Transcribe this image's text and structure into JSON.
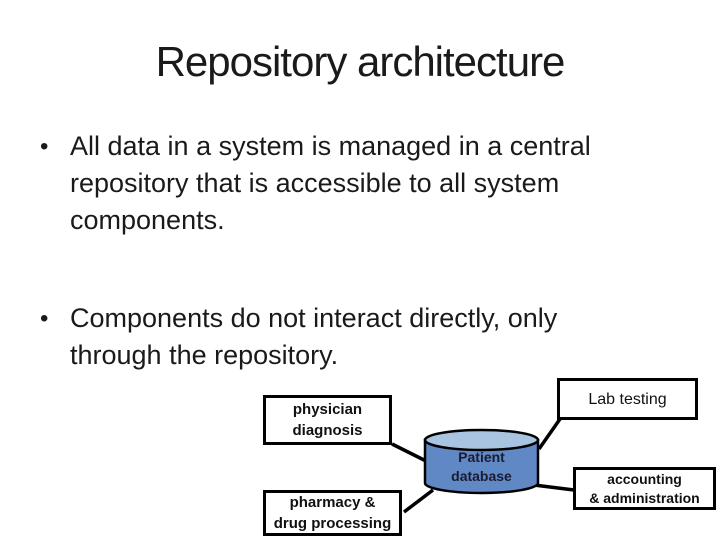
{
  "slide": {
    "title": "Repository architecture",
    "bullet_char": "•",
    "bullets": [
      {
        "lines": [
          "All data in a system is managed in a central",
          "repository that is accessible to all system",
          "components."
        ]
      },
      {
        "lines": [
          "Components do not interact directly, only",
          "through the repository."
        ]
      }
    ]
  },
  "diagram": {
    "nodes": {
      "physician": {
        "lines": [
          "physician",
          "diagnosis"
        ]
      },
      "lab": {
        "label": "Lab testing"
      },
      "pharmacy": {
        "lines": [
          "pharmacy &",
          "drug processing"
        ]
      },
      "accounting": {
        "lines": [
          "accounting",
          "& administration"
        ]
      }
    },
    "database": {
      "lines": [
        "Patient",
        "database"
      ]
    },
    "colors": {
      "cylinder_body": "#5f88c4",
      "cylinder_top": "#a9c4e0",
      "connector": "#000000",
      "node_border": "#000000",
      "node_fill": "#ffffff",
      "db_text": "#1b1b30"
    }
  }
}
